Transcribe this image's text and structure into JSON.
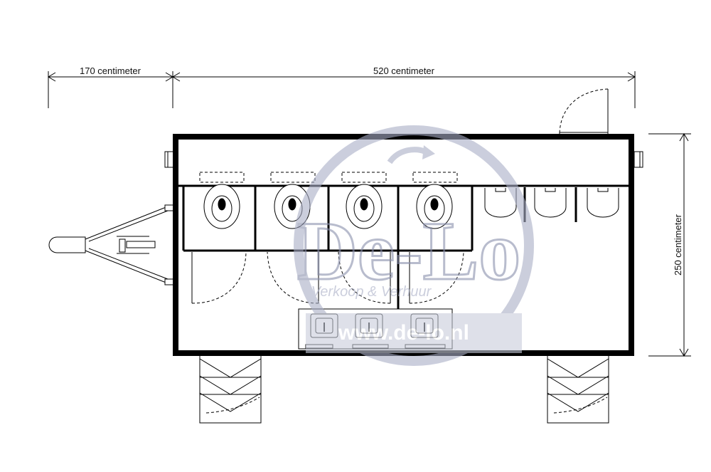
{
  "dimensions": {
    "drawbar_length": "170 centimeter",
    "body_length": "520 centimeter",
    "body_width": "250 centimeter"
  },
  "watermark": {
    "logo": "De-Lo",
    "tagline": "Verkoop & Verhuur",
    "url": "www.de-lo.nl"
  },
  "fixtures": {
    "toilets": 4,
    "urinals": 3,
    "sinks": 3,
    "support_legs": 2
  },
  "colors": {
    "line": "#000000",
    "watermark": "#a9aec6",
    "watermark_band": "#c9cddc"
  }
}
